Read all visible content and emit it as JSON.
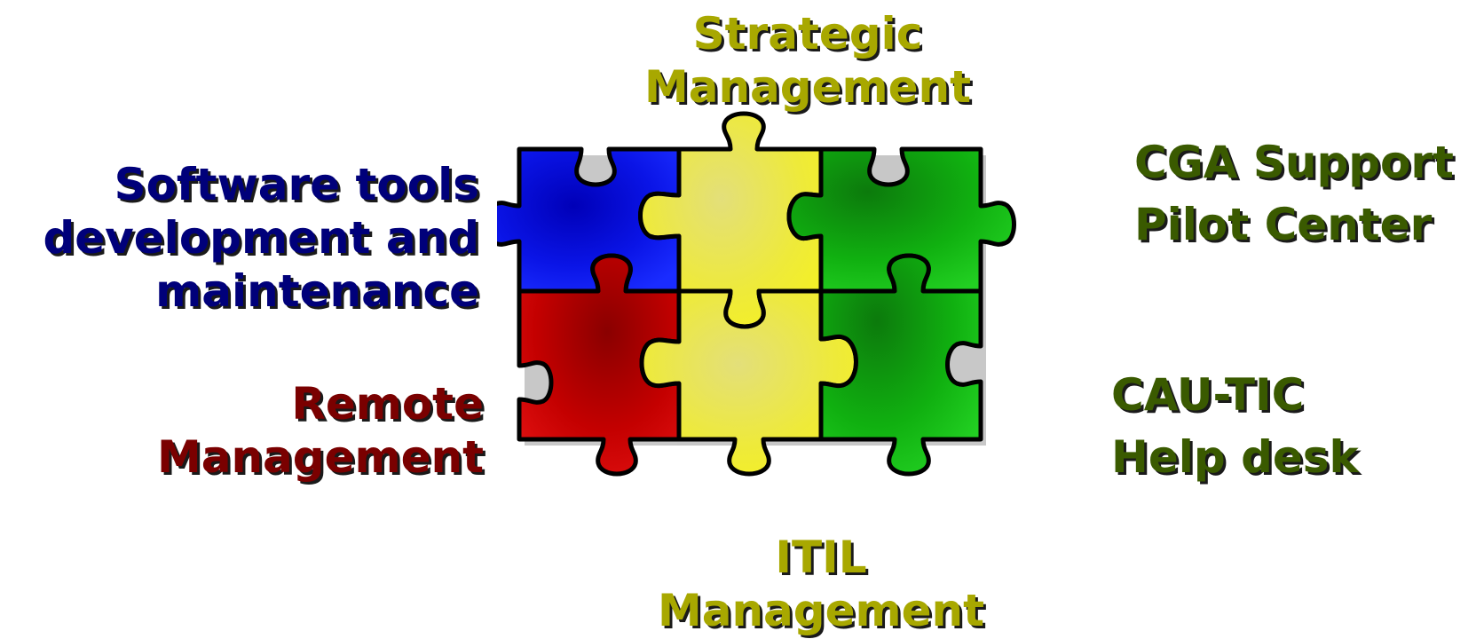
{
  "labels": {
    "strategic": {
      "line1": "Strategic",
      "line2": "Management"
    },
    "software": {
      "line1": "Software tools",
      "line2": "development and",
      "line3": "maintenance"
    },
    "cga": {
      "line1": "CGA Support",
      "line2": "Pilot Center"
    },
    "remote": {
      "line1": "Remote",
      "line2": "Management"
    },
    "cau": {
      "line1": "CAU-TIC",
      "line2": "Help desk"
    },
    "itil": {
      "line1": "ITIL",
      "line2": "Management"
    }
  },
  "colors": {
    "olive": "#a8a800",
    "navy": "#00007a",
    "dark_green": "#3a5a00",
    "dark_red": "#7a0000",
    "piece_blue": "#0a14e6",
    "piece_yellow": "#eeea3a",
    "piece_green": "#10b010",
    "piece_red": "#c40000",
    "outline": "#000000"
  },
  "pieces": [
    {
      "name": "blue-piece",
      "color_key": "piece_blue"
    },
    {
      "name": "yellow-top-piece",
      "color_key": "piece_yellow"
    },
    {
      "name": "green-top-piece",
      "color_key": "piece_green"
    },
    {
      "name": "red-piece",
      "color_key": "piece_red"
    },
    {
      "name": "yellow-bottom-piece",
      "color_key": "piece_yellow"
    },
    {
      "name": "green-bottom-piece",
      "color_key": "piece_green"
    }
  ]
}
